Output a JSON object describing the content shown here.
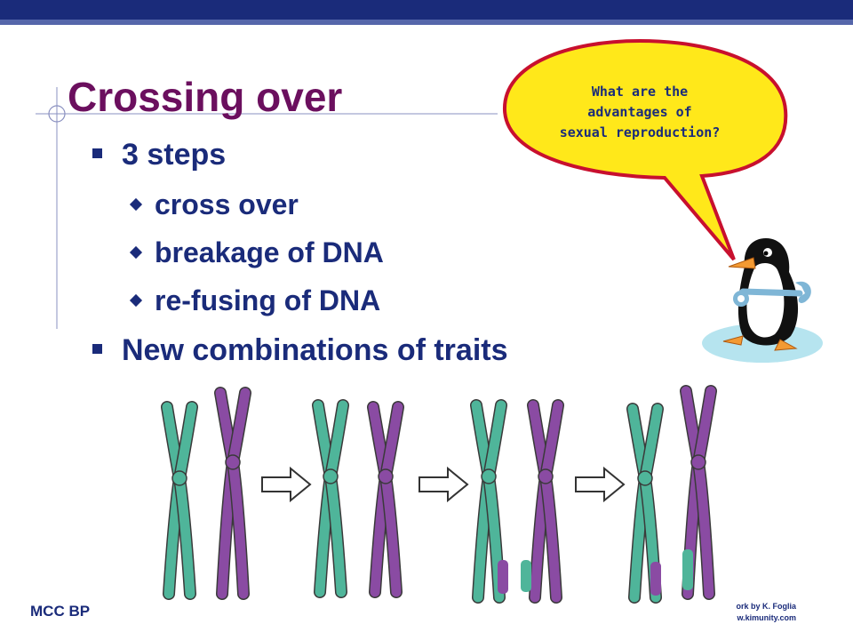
{
  "slide": {
    "title": "Crossing over",
    "bullets": [
      {
        "text": "3 steps",
        "sub": [
          "cross over",
          "breakage of DNA",
          "re-fusing of DNA"
        ]
      },
      {
        "text": "New combinations of traits",
        "sub": []
      }
    ],
    "bubble_lines": [
      "What are the",
      "advantages of",
      "sexual reproduction?"
    ],
    "footer_left": "MCC BP",
    "credit_lines": [
      "ork by K. Foglia",
      "w.kimunity.com"
    ]
  },
  "colors": {
    "title": "#6b0f5e",
    "text": "#1a2b7a",
    "bubble_fill": "#ffe81a",
    "bubble_stroke": "#c8102e",
    "teal": "#4fb59a",
    "purple": "#8a4ba3"
  },
  "icons": [
    "speech-bubble",
    "penguin-with-wrench",
    "arrow-right-icon",
    "chromosome"
  ]
}
